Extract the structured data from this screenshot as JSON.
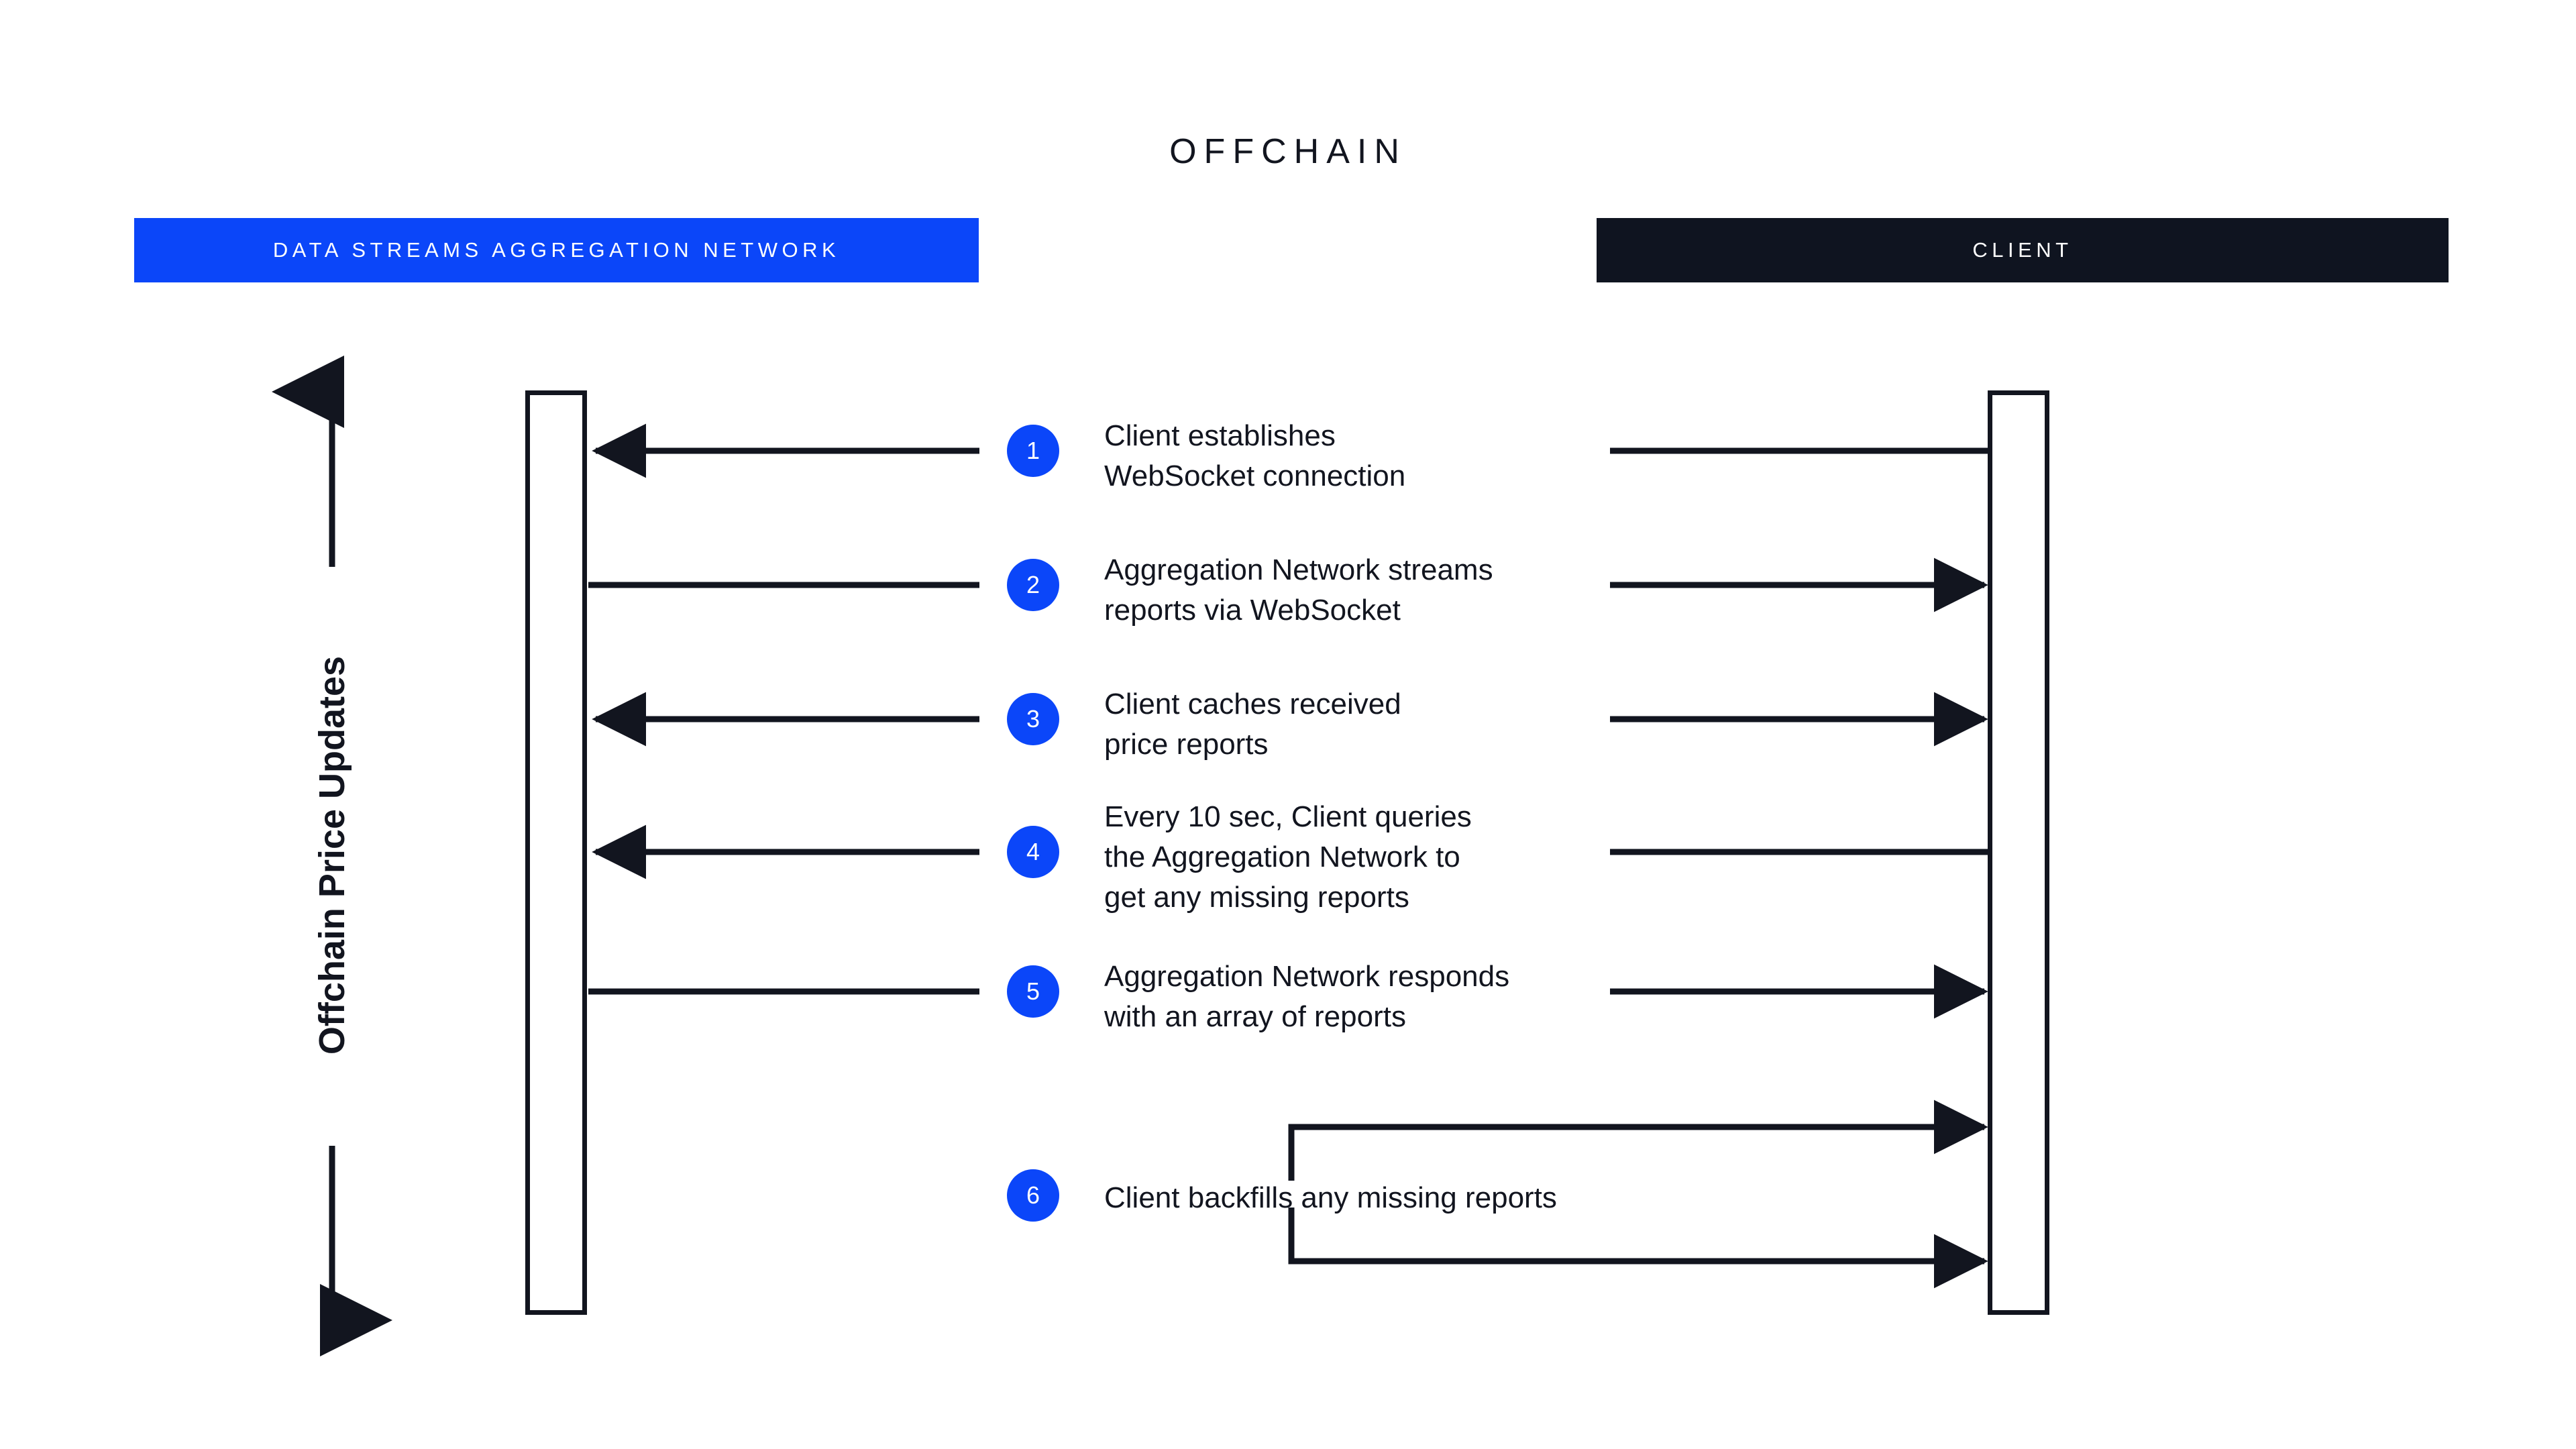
{
  "diagram": {
    "title": "OFFCHAIN",
    "axis_label": "Offchain Price Updates",
    "accent_color": "#0b46f9",
    "dark_color": "#0f1420",
    "ink_color": "#12151f",
    "background_color": "#ffffff"
  },
  "lanes": [
    {
      "id": "network",
      "label": "DATA STREAMS AGGREGATION NETWORK",
      "color": "#0b46f9"
    },
    {
      "id": "client",
      "label": "CLIENT",
      "color": "#0f1420"
    }
  ],
  "steps": [
    {
      "number": "1",
      "text": "Client establishes\nWebSocket connection"
    },
    {
      "number": "2",
      "text": "Aggregation Network streams\nreports via WebSocket"
    },
    {
      "number": "3",
      "text": "Client caches received\nprice reports"
    },
    {
      "number": "4",
      "text": "Every 10 sec, Client queries\nthe Aggregation Network to\nget any missing reports"
    },
    {
      "number": "5",
      "text": "Aggregation Network responds\nwith an array of reports"
    },
    {
      "number": "6",
      "text": "Client backfills any missing reports"
    }
  ]
}
